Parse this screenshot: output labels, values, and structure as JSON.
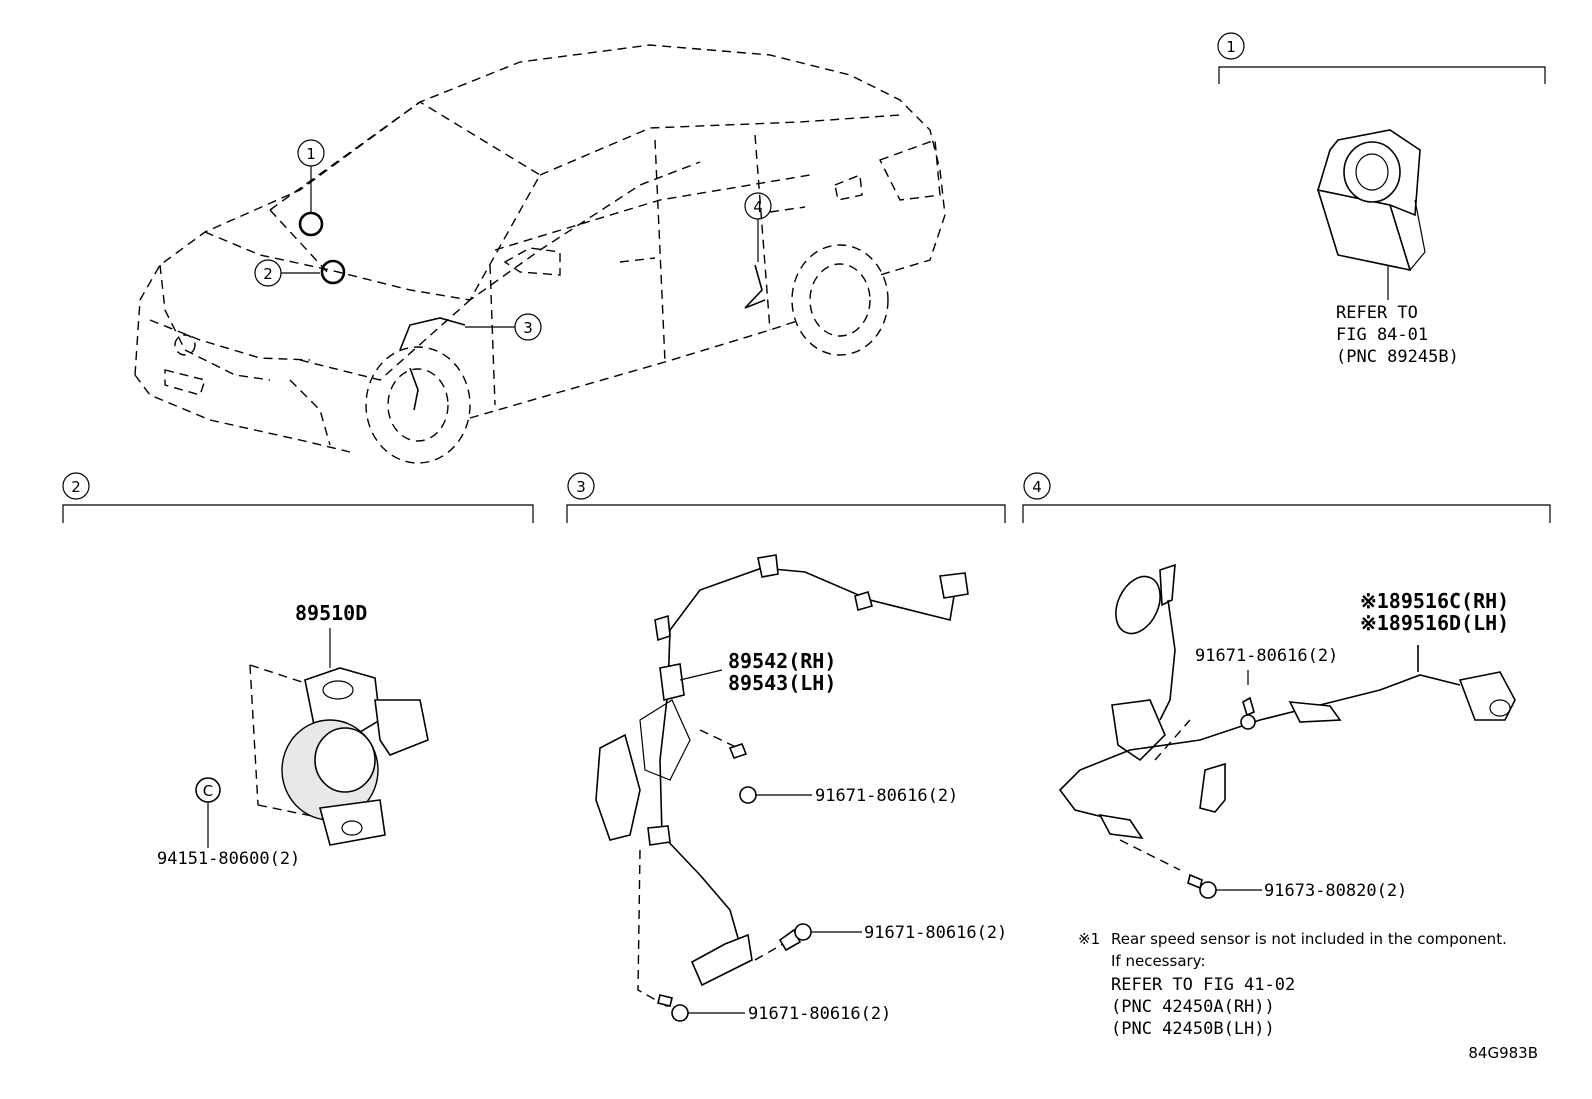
{
  "diagram_code": "84G983B",
  "callouts": {
    "c1": "1",
    "c2": "2",
    "c3": "3",
    "c4": "4"
  },
  "section1": {
    "number": "1",
    "refer_lines": [
      "REFER TO",
      "FIG 84-01",
      "(PNC 89245B)"
    ]
  },
  "section2": {
    "number": "2",
    "main_part": "89510D",
    "bolt": "94151-80600(2)",
    "bolt_mark": "C"
  },
  "section3": {
    "number": "3",
    "sensor_rh": "89542(RH)",
    "sensor_lh": "89543(LH)",
    "bolt_a": "91671-80616(2)",
    "bolt_b": "91671-80616(2)",
    "bolt_c": "91671-80616(2)"
  },
  "section4": {
    "number": "4",
    "wire_rh": "※189516C(RH)",
    "wire_lh": "※189516D(LH)",
    "bolt_a": "91671-80616(2)",
    "bolt_b": "91673-80820(2)",
    "footnote_mark": "※1",
    "footnote_lines": [
      "Rear speed sensor is not included in the component.",
      "If necessary:"
    ],
    "refer_lines": [
      "REFER TO FIG 41-02",
      "(PNC 42450A(RH))",
      "(PNC 42450B(LH))"
    ]
  }
}
